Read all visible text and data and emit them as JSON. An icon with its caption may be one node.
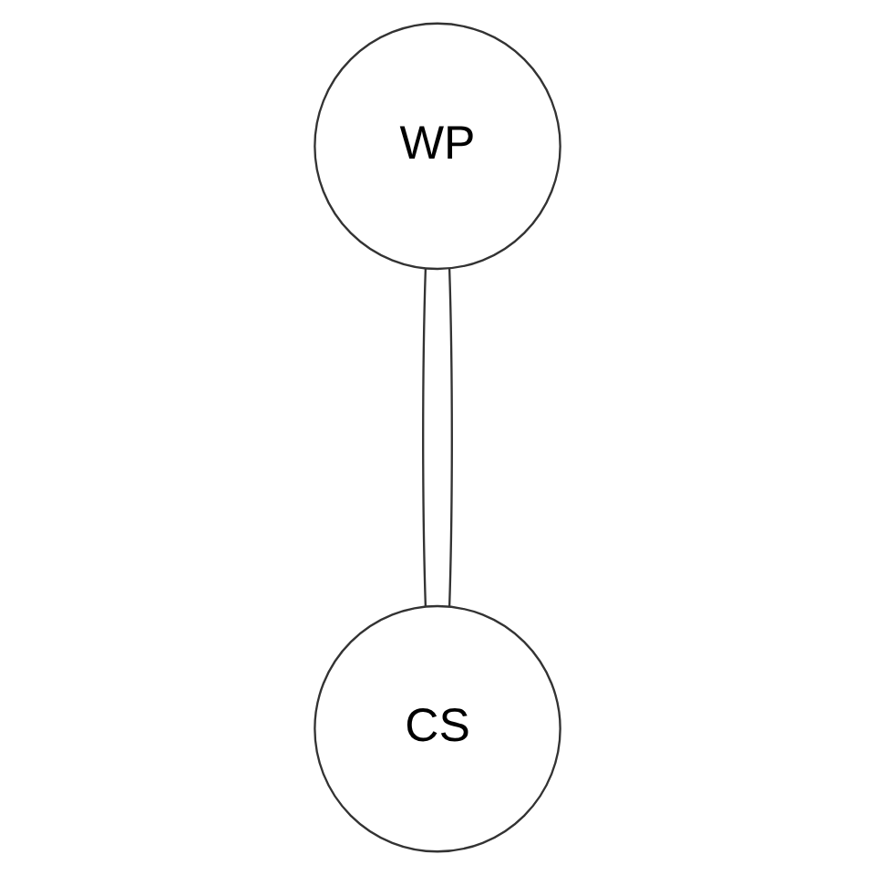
{
  "diagram": {
    "nodes": [
      {
        "text": [
          "WP"
        ]
      },
      {
        "text": [
          "CS"
        ]
      }
    ],
    "edges": [
      {
        "from": 0,
        "to": 1,
        "arrow": "none"
      },
      {
        "from": 0,
        "to": 1,
        "arrow": "none"
      }
    ]
  }
}
